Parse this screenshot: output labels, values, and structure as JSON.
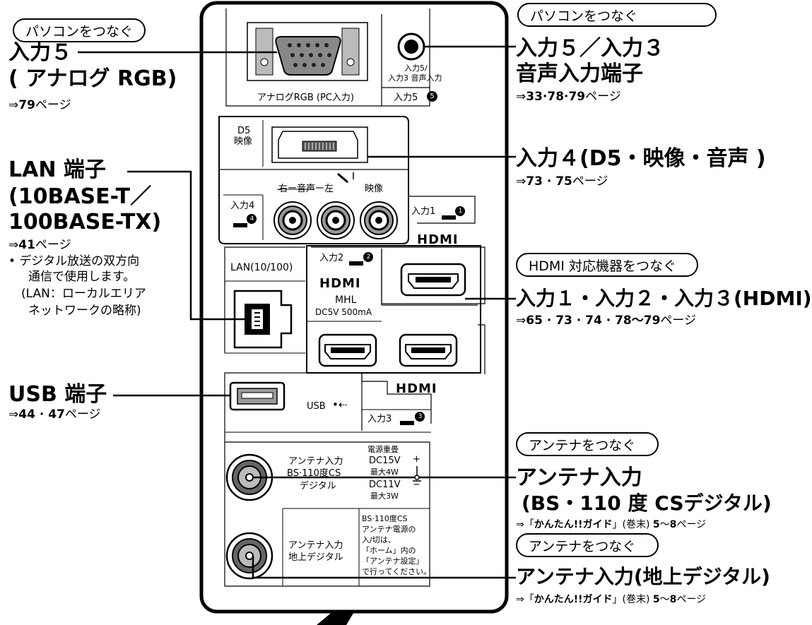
{
  "callouts": {
    "pc_pill_left": "パソコンをつなぐ",
    "pc_pill_right": "パソコンをつなぐ",
    "hdmi_pill": "HDMI 対応機器をつなぐ",
    "antenna_pill_1": "アンテナをつなぐ",
    "antenna_pill_2": "アンテナをつなぐ"
  },
  "input5": {
    "title_1": "入力５",
    "title_2": "( アナログ RGB)",
    "ref_prefix": "⇒",
    "ref_bold": "79",
    "ref_suffix": "ページ"
  },
  "audio53": {
    "title_1": "入力５／入力３",
    "title_2": "音声入力端子",
    "ref_prefix": "⇒",
    "ref_bold": "33·78·79",
    "ref_suffix": "ページ"
  },
  "input4": {
    "title": "入力４(D5・映像・音声 )",
    "ref_prefix": "⇒",
    "ref_bold": "73 · 75",
    "ref_suffix": "ページ"
  },
  "lan": {
    "title_1": "LAN 端子",
    "title_2": "(10BASE-T／",
    "title_3": "100BASE-TX)",
    "ref_prefix": "⇒",
    "ref_bold": "41",
    "ref_suffix": "ページ",
    "note_1": "• デジタル放送の双方向",
    "note_2": "通信で使用します。",
    "note_3": "(LAN：ローカルエリア",
    "note_4": "ネットワークの略称)"
  },
  "hdmi": {
    "title": "入力１・入力２・入力３(HDMI)",
    "ref_prefix": "⇒",
    "ref_bold": "65 · 73 · 74 · 78〜79",
    "ref_suffix": "ページ"
  },
  "usb": {
    "title": "USB 端子",
    "ref_prefix": "⇒",
    "ref_bold": "44 · 47",
    "ref_suffix": "ページ"
  },
  "antenna_bs": {
    "title_1": "アンテナ入力",
    "title_2": "(BS・110 度 CSデジタル)",
    "ref_prefix": "⇒「",
    "ref_bold": "かんたん!!ガイド",
    "ref_mid": "」(巻末) ",
    "ref_bold2": "5",
    "ref_tilde": "〜",
    "ref_bold3": "8",
    "ref_suffix": "ページ"
  },
  "antenna_ter": {
    "title": "アンテナ入力(地上デジタル)",
    "ref_prefix": "⇒「",
    "ref_bold": "かんたん!!ガイド",
    "ref_mid": "」(巻末) ",
    "ref_bold2": "5",
    "ref_tilde": "〜",
    "ref_bold3": "8",
    "ref_suffix": "ページ"
  },
  "panel": {
    "analog_rgb_label": "アナログRGB (PC入力)",
    "audio_jack_label_1": "入力5/",
    "audio_jack_label_2": "入力3 音声入力",
    "input5_tag": "入力5",
    "input5_num": "5",
    "d5_label_1": "D5",
    "d5_label_2": "映像",
    "audio_lr_label": "右ー音声ー左",
    "video_label": "映像",
    "input4_tag": "入力4",
    "input4_num": "4",
    "input1_tag": "入力1",
    "input1_num": "1",
    "input2_tag": "入力2",
    "input2_num": "2",
    "input3_tag": "入力3",
    "input3_num": "3",
    "hdmi_logo_1": "HDMI",
    "hdmi_logo_2": "HDMI",
    "hdmi_logo_3": "HDMI",
    "mhl_label": "MHL",
    "mhl_spec": "DC5V 500mA",
    "lan_label": "LAN(10/100)",
    "usb_label": "USB",
    "usb_symbol": "•⇠",
    "bs_label_1": "アンテナ入力",
    "bs_label_2": "BS·110度CS",
    "bs_label_3": "デジタル",
    "power_1": "電源重畳",
    "power_2": "DC15V",
    "power_3": "最大4W",
    "power_4": "DC11V",
    "power_5": "最大3W",
    "power_plus": "+",
    "power_minus": "−",
    "ter_label_1": "アンテナ入力",
    "ter_label_2": "地上デジタル",
    "bs_note_1": "BS·110度CS",
    "bs_note_2": "アンテナ電源の",
    "bs_note_3": "入/切は、",
    "bs_note_4": "「ホーム」内の",
    "bs_note_5": "「アンテナ設定」",
    "bs_note_6": "で行ってください。"
  }
}
